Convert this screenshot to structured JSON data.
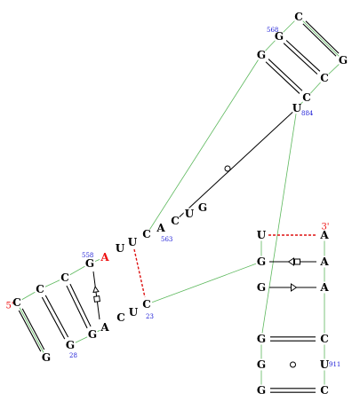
{
  "colors": {
    "nucleotide": "#000000",
    "highlight": "#ee1111",
    "number": "#1a1ad6",
    "backbone": "#5cb85c",
    "pair": "#000000",
    "tertiary": "#dd1111"
  },
  "ends": {
    "five_prime": "5'",
    "three_prime": "3'"
  },
  "nucleotides": [
    {
      "id": "n0",
      "base": "C",
      "color": "black"
    },
    {
      "id": "n1",
      "base": "C",
      "color": "black"
    },
    {
      "id": "n2",
      "base": "C",
      "color": "black"
    },
    {
      "id": "n3",
      "base": "G",
      "color": "black"
    },
    {
      "id": "n4",
      "base": "G",
      "color": "black"
    },
    {
      "id": "n5",
      "base": "G",
      "color": "black"
    },
    {
      "id": "n6",
      "base": "G",
      "color": "black"
    },
    {
      "id": "n7",
      "base": "A",
      "color": "black"
    },
    {
      "id": "n8",
      "base": "C",
      "color": "black"
    },
    {
      "id": "n9",
      "base": "U",
      "color": "black"
    },
    {
      "id": "n10",
      "base": "C",
      "color": "black"
    },
    {
      "id": "n11",
      "base": "A",
      "color": "red"
    },
    {
      "id": "n12",
      "base": "U",
      "color": "black"
    },
    {
      "id": "n13",
      "base": "U",
      "color": "black"
    },
    {
      "id": "n14",
      "base": "C",
      "color": "black"
    },
    {
      "id": "n15",
      "base": "A",
      "color": "black"
    },
    {
      "id": "n16",
      "base": "C",
      "color": "black"
    },
    {
      "id": "n17",
      "base": "U",
      "color": "black"
    },
    {
      "id": "n18",
      "base": "G",
      "color": "black"
    },
    {
      "id": "n19",
      "base": "G",
      "color": "black"
    },
    {
      "id": "n20",
      "base": "G",
      "color": "black"
    },
    {
      "id": "n21",
      "base": "C",
      "color": "black"
    },
    {
      "id": "n22",
      "base": "G",
      "color": "black"
    },
    {
      "id": "n23",
      "base": "C",
      "color": "black"
    },
    {
      "id": "n24",
      "base": "C",
      "color": "black"
    },
    {
      "id": "n25",
      "base": "U",
      "color": "black"
    },
    {
      "id": "n26",
      "base": "U",
      "color": "black"
    },
    {
      "id": "n27",
      "base": "A",
      "color": "black"
    },
    {
      "id": "n28",
      "base": "G",
      "color": "black"
    },
    {
      "id": "n29",
      "base": "A",
      "color": "black"
    },
    {
      "id": "n30",
      "base": "G",
      "color": "black"
    },
    {
      "id": "n31",
      "base": "A",
      "color": "black"
    },
    {
      "id": "n32",
      "base": "G",
      "color": "black"
    },
    {
      "id": "n33",
      "base": "C",
      "color": "black"
    },
    {
      "id": "n34",
      "base": "G",
      "color": "black"
    },
    {
      "id": "n35",
      "base": "U",
      "color": "black"
    },
    {
      "id": "n36",
      "base": "G",
      "color": "black"
    },
    {
      "id": "n37",
      "base": "C",
      "color": "black"
    }
  ],
  "numbers": [
    {
      "id": "num558",
      "text": "558"
    },
    {
      "id": "num28",
      "text": "28"
    },
    {
      "id": "num23",
      "text": "23"
    },
    {
      "id": "num563",
      "text": "563"
    },
    {
      "id": "num568",
      "text": "568"
    },
    {
      "id": "num884",
      "text": "884"
    },
    {
      "id": "num911",
      "text": "911"
    }
  ],
  "interactions": [
    {
      "from": "n0",
      "to": "n5",
      "type": "wc"
    },
    {
      "from": "n1",
      "to": "n4",
      "type": "wc"
    },
    {
      "from": "n2",
      "to": "n6",
      "type": "wc"
    },
    {
      "from": "n3",
      "to": "n7",
      "type": "wc"
    },
    {
      "from": "n10",
      "to": "n9",
      "type": "wc"
    },
    {
      "from": "n19",
      "to": "n22",
      "type": "wc"
    },
    {
      "from": "n20",
      "to": "n21",
      "type": "wc"
    },
    {
      "from": "n24",
      "to": "n23",
      "type": "wc"
    },
    {
      "from": "n30",
      "to": "n31",
      "type": "wc"
    },
    {
      "from": "n32",
      "to": "n33",
      "type": "wc"
    },
    {
      "from": "n34",
      "to": "n35",
      "type": "gu"
    },
    {
      "from": "n36",
      "to": "n37",
      "type": "wc"
    },
    {
      "from": "n28",
      "to": "n29",
      "type": "triangle"
    },
    {
      "from": "n26",
      "to": "n27",
      "type": "tertiary"
    },
    {
      "from": "n13",
      "to": "n17",
      "type": "tertiary"
    },
    {
      "from": "n18",
      "to": "n25",
      "type": "gu"
    }
  ]
}
